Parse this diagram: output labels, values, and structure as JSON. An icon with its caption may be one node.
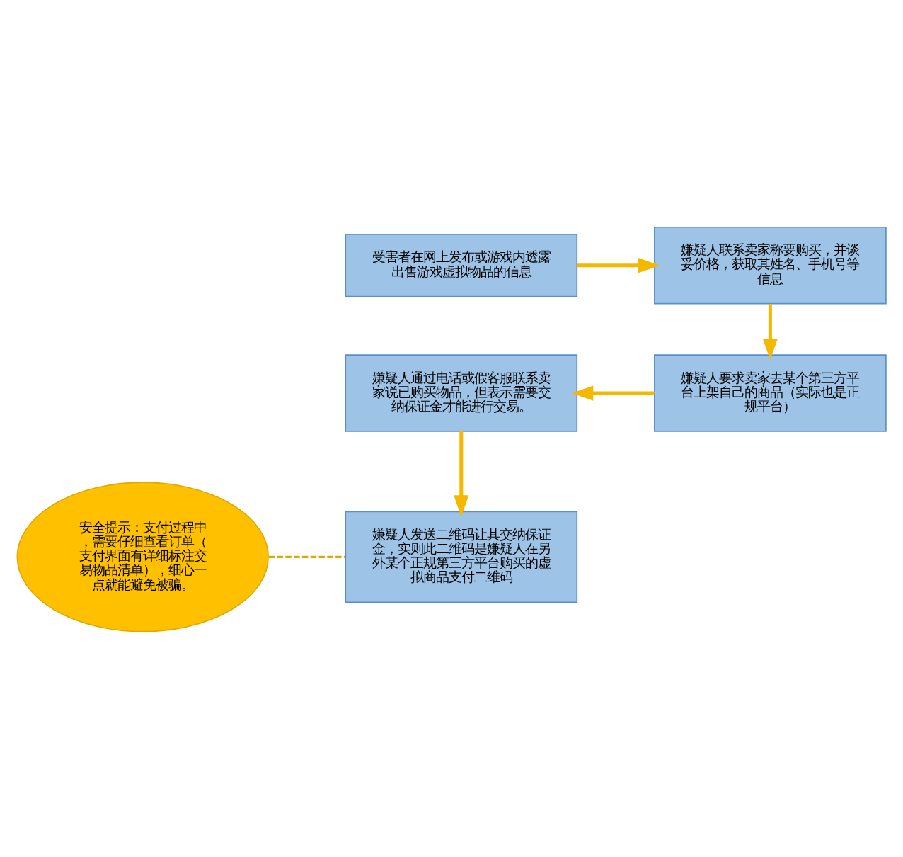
{
  "diagram": {
    "nodes": [
      {
        "text": [
          "受害者在网上发布或游戏内透露出售游戏虚拟物品的信息"
        ]
      },
      {
        "text": [
          "嫌疑人联系卖家称要购买，并谈妥价格，获取其姓名、手机号等信息"
        ]
      },
      {
        "text": [
          "嫌疑人要求卖家去某个第三方平台上架自己的商品（实际也是正规平台）"
        ]
      },
      {
        "text": [
          "嫌疑人通过电话或假客服联系卖家说已购买物品，但表示需要交纳保证金才能进行交易。"
        ]
      },
      {
        "text": [
          "嫌疑人发送二维码让其交纳保证金，实则此二维码是嫌疑人在另外某个正规第三方平台购买的虚拟商品支付二维码"
        ]
      },
      {
        "text": [
          "安全提示：支付过程中，需要仔细查看订单（支付界面有详细标注交易物品清单），细心一点就能避免被骗。"
        ]
      }
    ],
    "edges": [
      {
        "from": 0,
        "to": 1,
        "arrow": "to"
      },
      {
        "from": 1,
        "to": 2,
        "arrow": "to"
      },
      {
        "from": 2,
        "to": 3,
        "arrow": "to"
      },
      {
        "from": 3,
        "to": 4,
        "arrow": "to"
      },
      {
        "from": 5,
        "to": 4,
        "arrow": "none",
        "style": "dashed"
      }
    ]
  }
}
